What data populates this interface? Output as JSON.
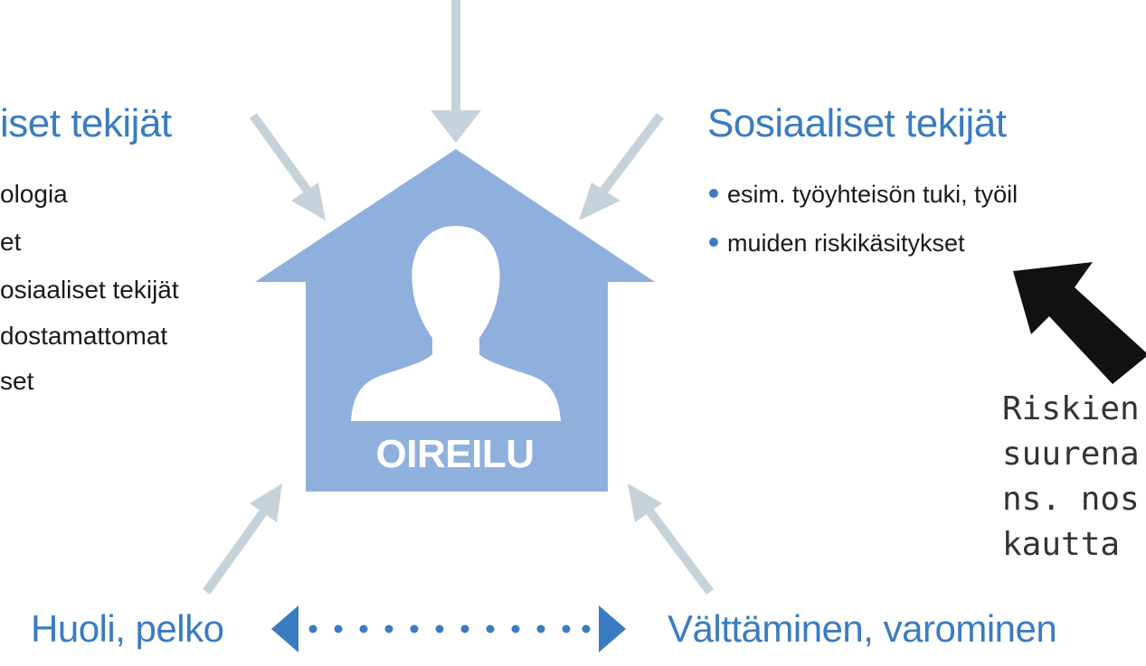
{
  "left_panel": {
    "heading": "iset tekijät",
    "items": [
      "ologia",
      "et",
      "osiaaliset tekijät",
      "dostamattomat",
      "set"
    ]
  },
  "right_panel": {
    "heading": "Sosiaaliset tekijät",
    "items": [
      "esim. työyhteisön tuki, työil",
      "muiden riskikäsitykset"
    ]
  },
  "house": {
    "label": "OIREILU"
  },
  "bottom": {
    "left_label": "Huoli, pelko",
    "right_label": "Välttäminen, varominen"
  },
  "note_lines": [
    "Riskien",
    "suurena",
    "ns. nos",
    "kautta"
  ],
  "colors": {
    "house": "#8fb0dc",
    "arrow_gray": "#c6d2da",
    "blue_text": "#3a7cc0",
    "black_arrow": "#111111"
  }
}
